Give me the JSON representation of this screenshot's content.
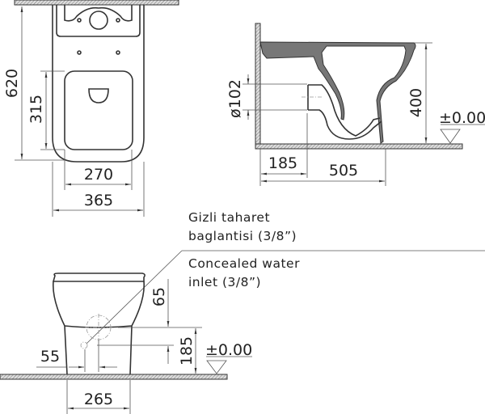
{
  "top_view": {
    "dim_length": "620",
    "dim_seat_length": "315",
    "dim_seat_width": "270",
    "dim_width": "365"
  },
  "side_view": {
    "dim_pipe_diameter": "ø102",
    "dim_height": "400",
    "dim_outlet_offset": "185",
    "dim_depth": "505",
    "floor_level": "±0.00"
  },
  "front_view": {
    "dim_inlet_top": "65",
    "dim_inlet_height": "185",
    "dim_inlet_side": "55",
    "dim_base_width": "265",
    "floor_level": "±0.00"
  },
  "notes": {
    "turkish_line1": "Gizli taharet",
    "turkish_line2": "baglantisi (3/8”)",
    "english_line1": "Concealed water",
    "english_line2": "inlet (3/8”)"
  },
  "colors": {
    "line": "#333333",
    "hatch": "#888888"
  }
}
